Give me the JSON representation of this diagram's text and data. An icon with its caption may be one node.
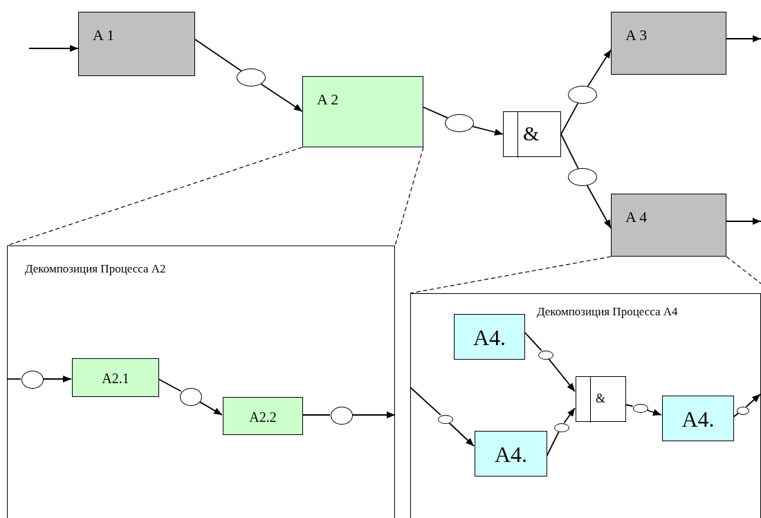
{
  "diagram": {
    "nodes": [
      {
        "text": [
          "A 1"
        ]
      },
      {
        "text": [],
        "shape": "ellipse"
      },
      {
        "text": [
          "A 2"
        ]
      },
      {
        "text": [],
        "shape": "ellipse"
      },
      {
        "text": [
          "&"
        ]
      },
      {
        "text": [
          "A 3"
        ]
      },
      {
        "text": [],
        "shape": "ellipse"
      },
      {
        "text": [],
        "shape": "ellipse"
      },
      {
        "text": [
          "A 4"
        ]
      },
      {
        "text": [
          "Декомпозиция Процесса A2"
        ]
      },
      {
        "text": [],
        "shape": "ellipse",
        "in": 9
      },
      {
        "text": [
          "A2.1"
        ],
        "in": 9
      },
      {
        "text": [],
        "shape": "ellipse",
        "in": 9
      },
      {
        "text": [
          "A2.2"
        ],
        "in": 9
      },
      {
        "text": [],
        "shape": "ellipse",
        "in": 9
      },
      {
        "text": [
          "Декомпозиция Процесса A4"
        ]
      },
      {
        "text": [
          "A4."
        ],
        "in": 15
      },
      {
        "text": [],
        "shape": "ellipse",
        "in": 15
      },
      {
        "text": [
          "&"
        ],
        "in": 15
      },
      {
        "text": [],
        "shape": "ellipse",
        "in": 15
      },
      {
        "text": [
          "A4."
        ],
        "in": 15
      },
      {
        "text": [],
        "shape": "ellipse",
        "in": 15
      },
      {
        "text": [],
        "shape": "ellipse",
        "in": 15
      },
      {
        "text": [
          "A4."
        ],
        "in": 15
      },
      {
        "text": [],
        "shape": "ellipse",
        "in": 15
      }
    ],
    "edges": [
      {
        "from": null,
        "to": 0,
        "arrow": "to"
      },
      {
        "from": 0,
        "to": 1,
        "arrow": "none"
      },
      {
        "from": 1,
        "to": 2,
        "arrow": "to"
      },
      {
        "from": 2,
        "to": 3,
        "arrow": "none"
      },
      {
        "from": 3,
        "to": 4,
        "arrow": "to"
      },
      {
        "from": 4,
        "to": 6,
        "arrow": "none"
      },
      {
        "from": 6,
        "to": 5,
        "arrow": "to"
      },
      {
        "from": 4,
        "to": 7,
        "arrow": "none"
      },
      {
        "from": 7,
        "to": 8,
        "arrow": "to"
      },
      {
        "from": 5,
        "to": null,
        "arrow": "to"
      },
      {
        "from": 8,
        "to": null,
        "arrow": "to"
      },
      {
        "from": 2,
        "to": 9,
        "arrow": "none",
        "style": "dashed"
      },
      {
        "from": 2,
        "to": 9,
        "arrow": "none",
        "style": "dashed"
      },
      {
        "from": 8,
        "to": 15,
        "arrow": "none",
        "style": "dashed"
      },
      {
        "from": 8,
        "to": 15,
        "arrow": "none",
        "style": "dashed"
      },
      {
        "from": null,
        "to": 10,
        "arrow": "none"
      },
      {
        "from": 10,
        "to": 11,
        "arrow": "to"
      },
      {
        "from": 11,
        "to": 12,
        "arrow": "none"
      },
      {
        "from": 12,
        "to": 13,
        "arrow": "to"
      },
      {
        "from": 13,
        "to": 14,
        "arrow": "none"
      },
      {
        "from": 14,
        "to": null,
        "arrow": "to"
      },
      {
        "from": 16,
        "to": 17,
        "arrow": "none"
      },
      {
        "from": 17,
        "to": 18,
        "arrow": "to"
      },
      {
        "from": null,
        "to": 22,
        "arrow": "none"
      },
      {
        "from": 22,
        "to": 23,
        "arrow": "to"
      },
      {
        "from": 23,
        "to": 24,
        "arrow": "none"
      },
      {
        "from": 24,
        "to": 18,
        "arrow": "to"
      },
      {
        "from": 18,
        "to": 19,
        "arrow": "none"
      },
      {
        "from": 19,
        "to": 20,
        "arrow": "to"
      },
      {
        "from": 20,
        "to": 21,
        "arrow": "none"
      },
      {
        "from": 21,
        "to": null,
        "arrow": "to"
      }
    ]
  }
}
